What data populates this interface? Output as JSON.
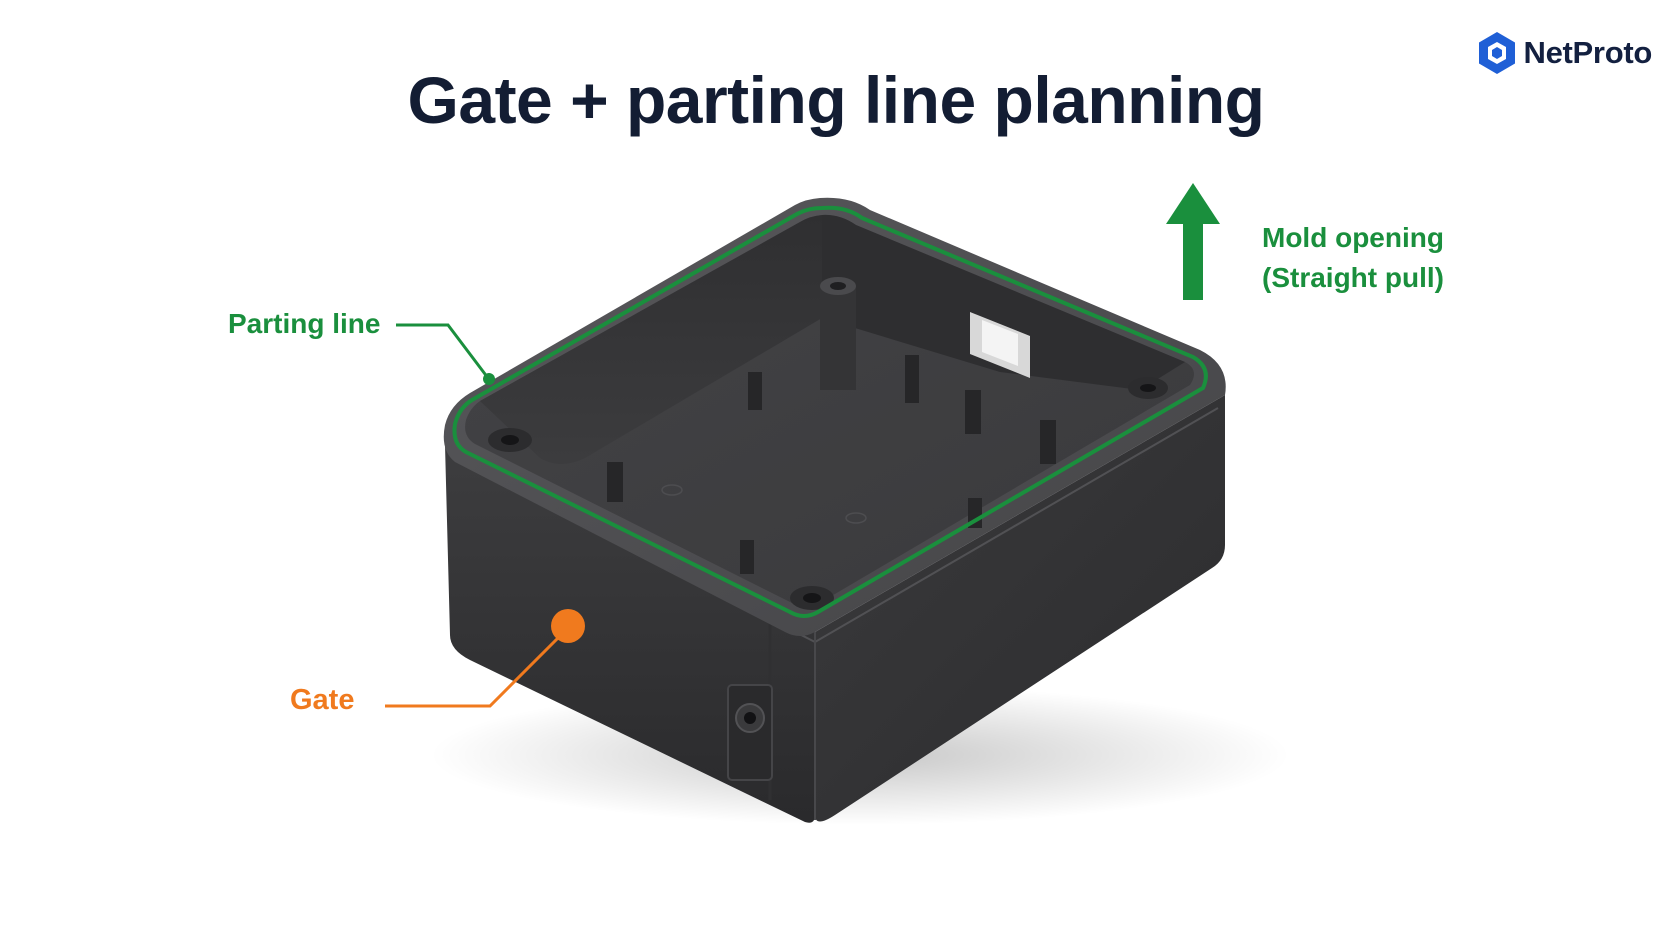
{
  "title": "Gate + parting line planning",
  "brand": {
    "name": "NetProto",
    "logo_icon": "hexagon-cube-icon",
    "color": "#1f5fd6"
  },
  "labels": {
    "parting_line": "Parting line",
    "gate": "Gate",
    "mold_opening_line1": "Mold opening",
    "mold_opening_line2": "(Straight pull)"
  },
  "colors": {
    "title": "#131d33",
    "parting_line": "#1a8f3d",
    "gate": "#f07a1e",
    "mold_arrow": "#1a8f3d",
    "part": "#3b3b3d"
  },
  "icons": {
    "mold_direction": "arrow-up-icon",
    "gate_marker": "dot-marker-icon"
  }
}
